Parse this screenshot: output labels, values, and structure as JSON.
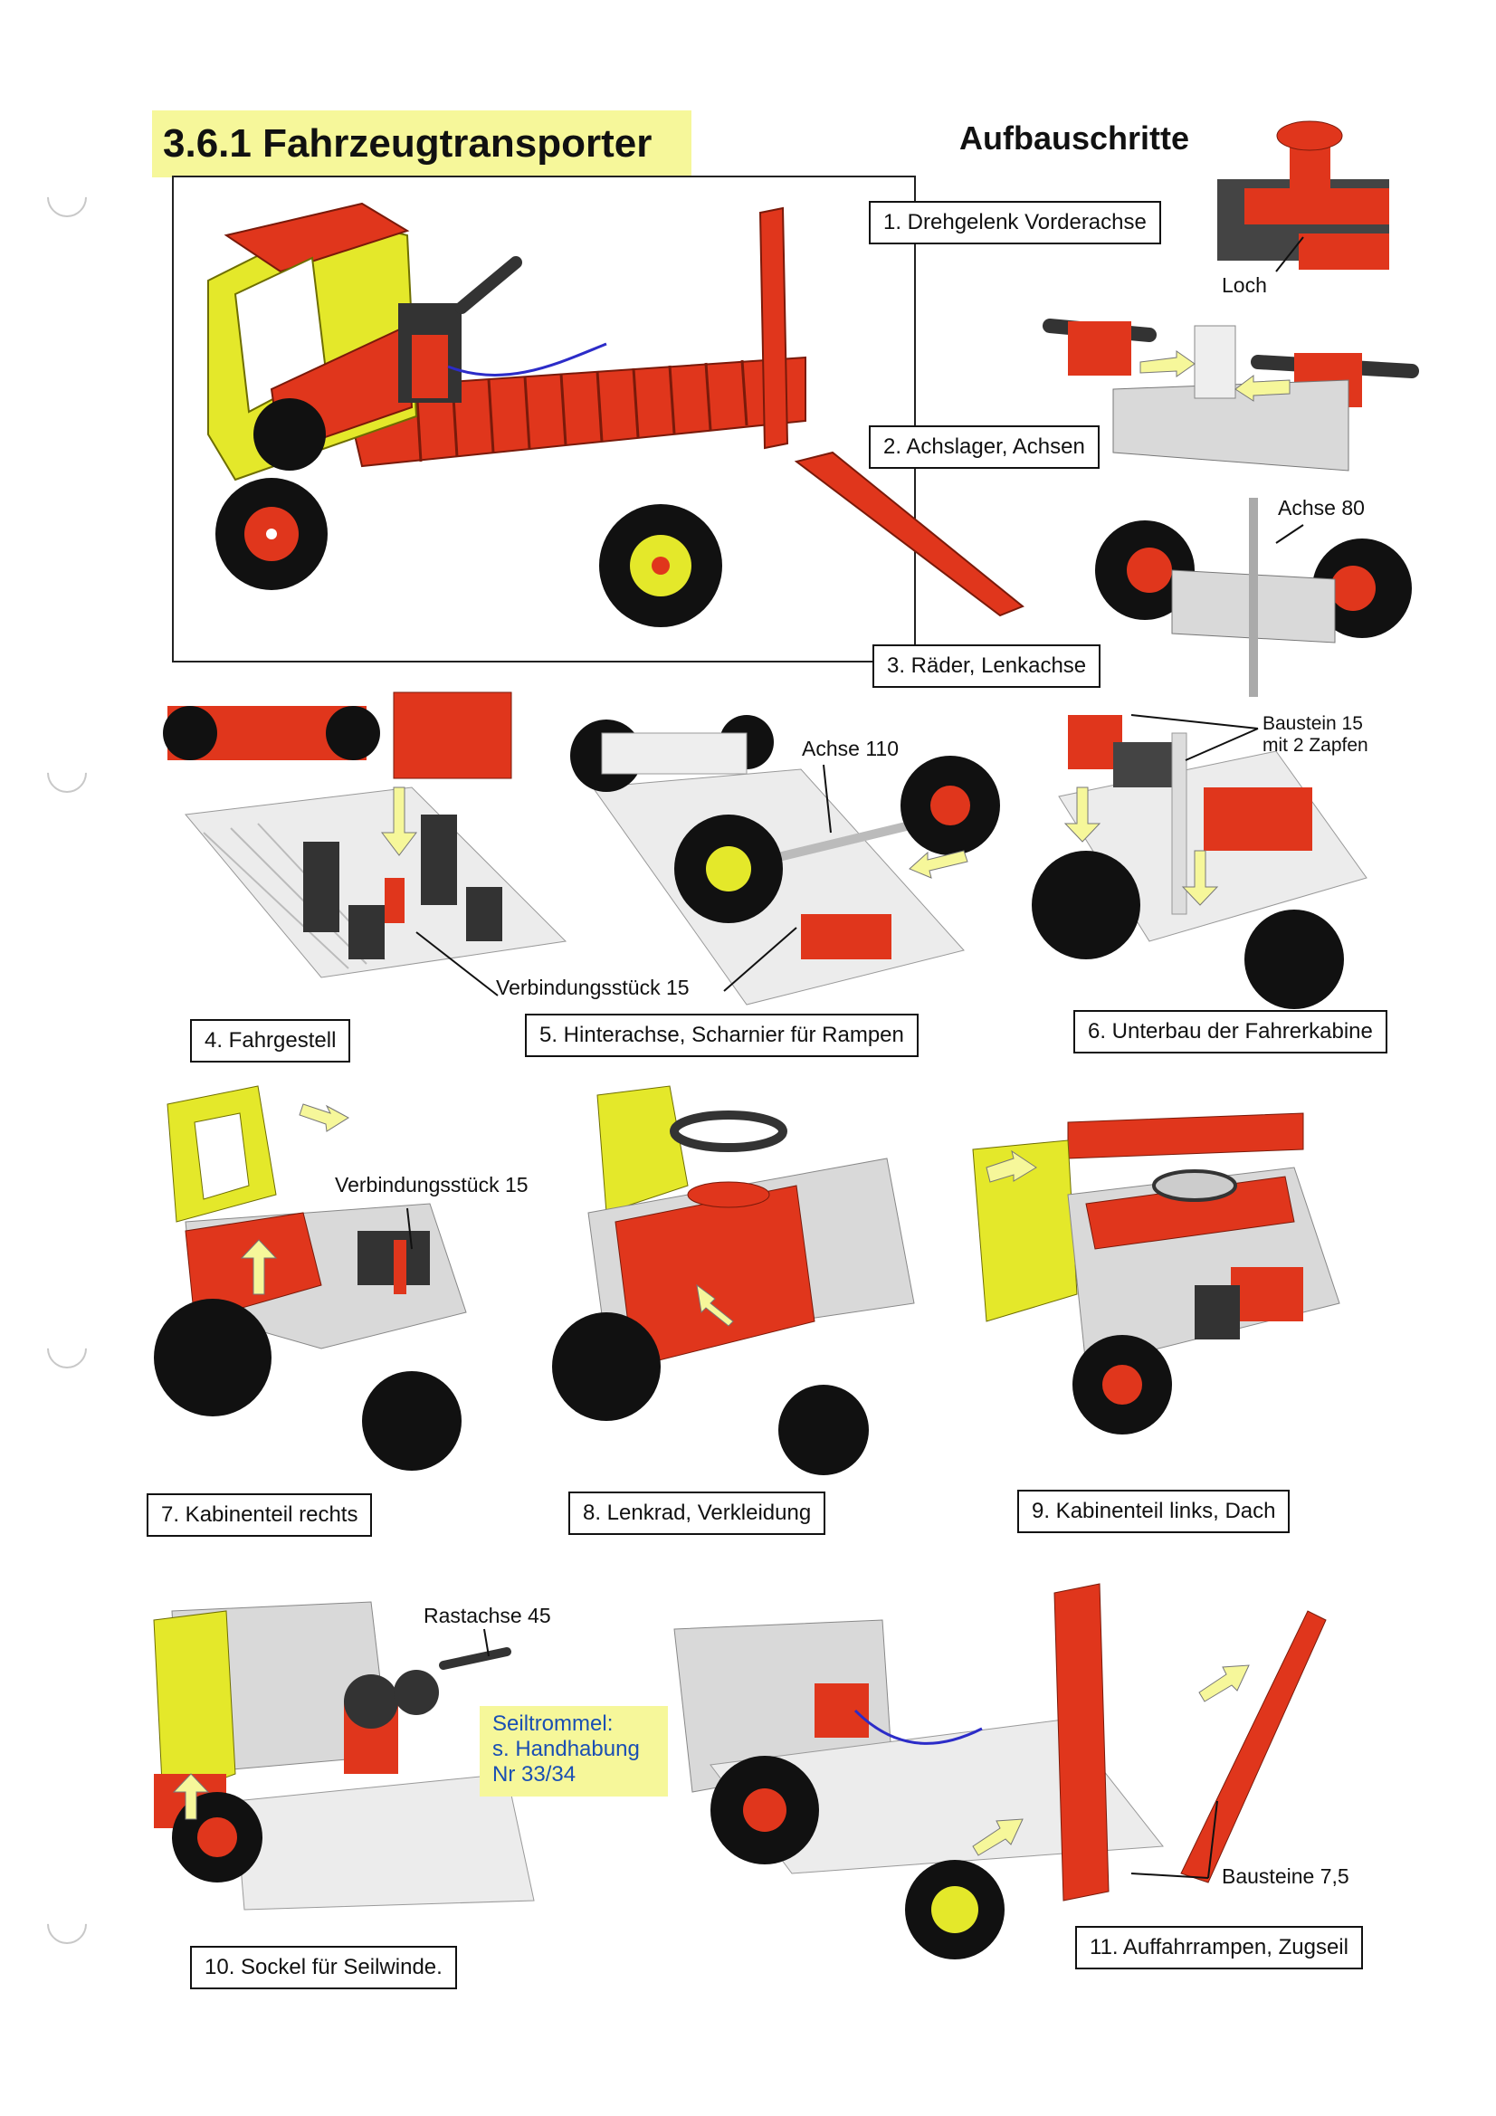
{
  "header": {
    "title": "3.6.1 Fahrzeugtransporter",
    "section_heading": "Aufbauschritte"
  },
  "steps": [
    {
      "label": "1. Drehgelenk Vorderachse"
    },
    {
      "label": "2. Achslager, Achsen"
    },
    {
      "label": "3. Räder, Lenkachse"
    },
    {
      "label": "4. Fahrgestell"
    },
    {
      "label": "5. Hinterachse, Scharnier für Rampen"
    },
    {
      "label": "6. Unterbau der Fahrerkabine"
    },
    {
      "label": "7. Kabinenteil rechts"
    },
    {
      "label": "8. Lenkrad, Verkleidung"
    },
    {
      "label": "9. Kabinenteil links, Dach"
    },
    {
      "label": "10. Sockel für Seilwinde."
    },
    {
      "label": "11. Auffahrrampen, Zugseil"
    }
  ],
  "callouts": {
    "loch": "Loch",
    "achse80": "Achse 80",
    "achse110": "Achse 110",
    "baustein15_line1": "Baustein 15",
    "baustein15_line2": "mit 2 Zapfen",
    "verbindungsstueck_a": "Verbindungsstück 15",
    "verbindungsstueck_b": "Verbindungsstück 15",
    "rastachse": "Rastachse 45",
    "bausteine75": "Bausteine 7,5"
  },
  "note": {
    "line1": "Seiltrommel:",
    "line2": "s. Handhabung",
    "line3": "Nr 33/34"
  },
  "colors": {
    "highlight": "#f6f79a",
    "model_red": "#e0361c",
    "model_yellow": "#e4e82a",
    "model_grey": "#d9d9d9",
    "note_text": "#1a4fb3"
  }
}
